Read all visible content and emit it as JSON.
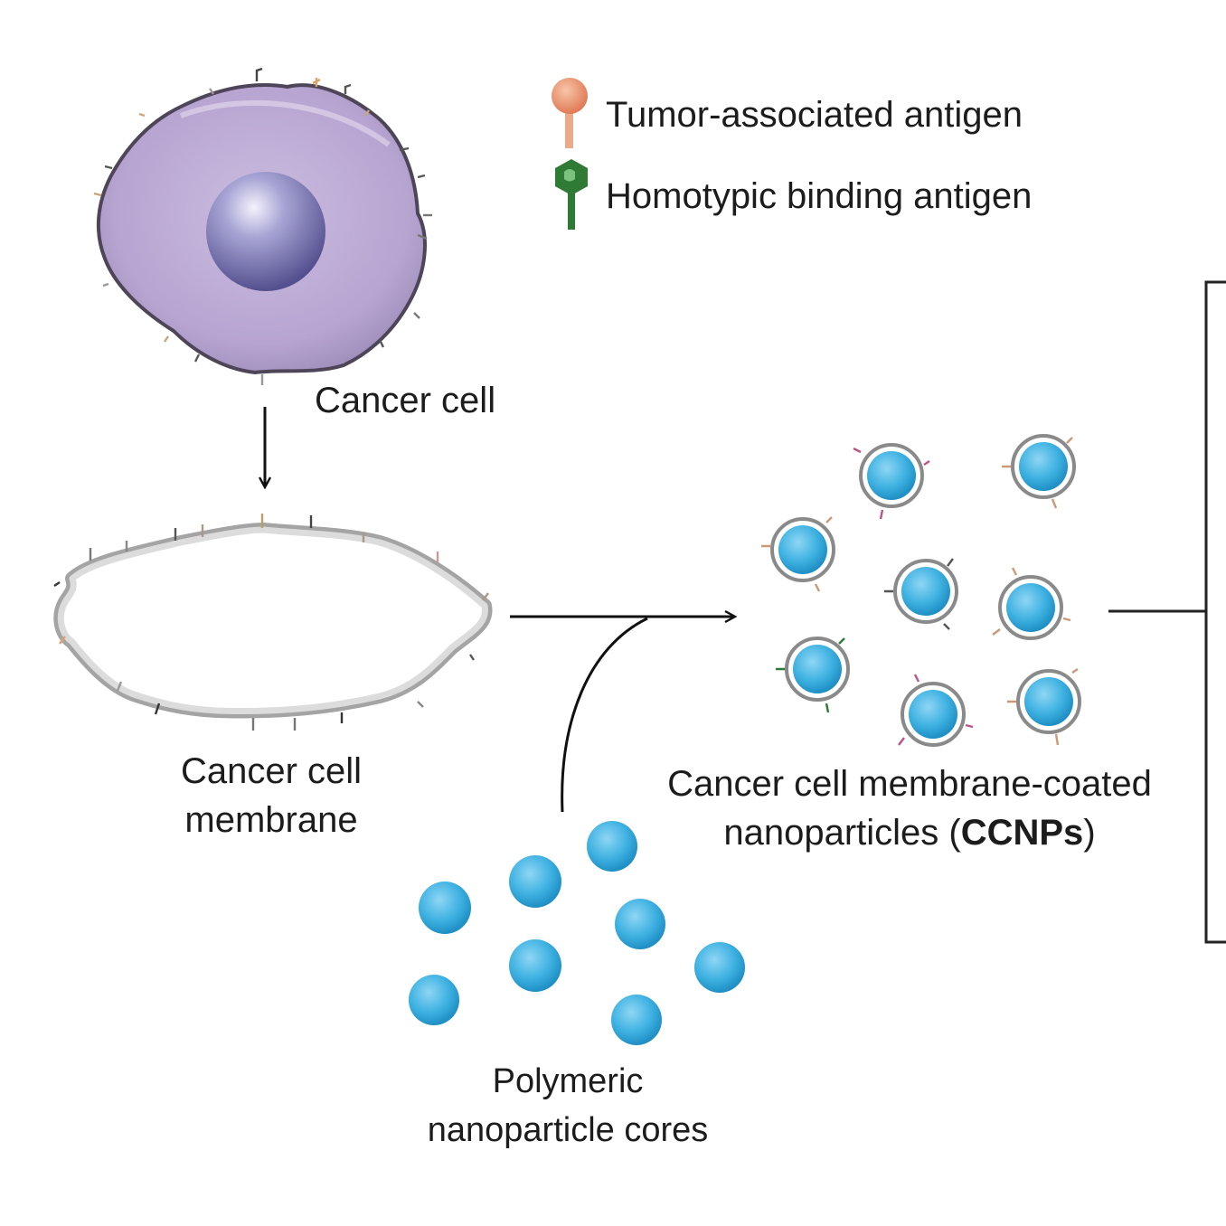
{
  "legend": {
    "tumor_antigen_label": "Tumor-associated antigen",
    "homotypic_antigen_label": "Homotypic binding antigen",
    "tumor_antigen_color": "#e8916a",
    "homotypic_antigen_color": "#2f7a34"
  },
  "labels": {
    "cancer_cell": "Cancer cell",
    "membrane_line1": "Cancer cell",
    "membrane_line2": "membrane",
    "ccnp_line1": "Cancer cell membrane-coated",
    "ccnp_line2_prefix": "nanoparticles (",
    "ccnp_line2_bold": "CCNPs",
    "ccnp_line2_suffix": ")",
    "cores_line1": "Polymeric",
    "cores_line2": "nanoparticle cores"
  },
  "colors": {
    "cell_body": "#b9a6d3",
    "nucleus": "#6e6aa8",
    "nanoparticle": "#3fb2e2",
    "membrane": "#bdbdbd"
  }
}
